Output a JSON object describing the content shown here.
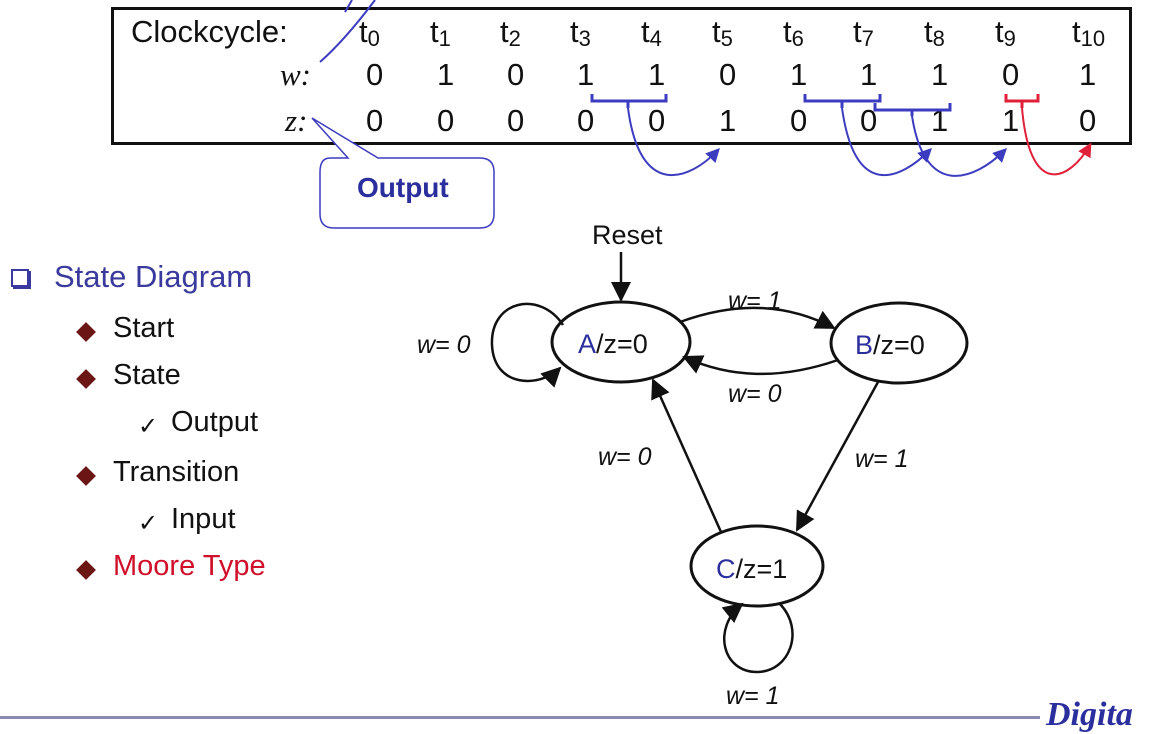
{
  "timing_table": {
    "header_label": "Clockcycle:",
    "w_label": "w:",
    "z_label": "z:",
    "cycles": [
      "t0",
      "t1",
      "t2",
      "t3",
      "t4",
      "t5",
      "t6",
      "t7",
      "t8",
      "t9",
      "t10"
    ],
    "cycle_base": "t",
    "cycle_subs": [
      "0",
      "1",
      "2",
      "3",
      "4",
      "5",
      "6",
      "7",
      "8",
      "9",
      "10"
    ],
    "w": [
      "0",
      "1",
      "0",
      "1",
      "1",
      "0",
      "1",
      "1",
      "1",
      "0",
      "1"
    ],
    "z": [
      "0",
      "0",
      "0",
      "0",
      "0",
      "1",
      "0",
      "0",
      "1",
      "1",
      "0"
    ]
  },
  "callout": {
    "label": "Output"
  },
  "outline": {
    "title": "State Diagram",
    "items": [
      {
        "text": "Start",
        "kind": "diamond"
      },
      {
        "text": "State",
        "kind": "diamond"
      },
      {
        "text": "Output",
        "kind": "check"
      },
      {
        "text": "Transition",
        "kind": "diamond"
      },
      {
        "text": "Input",
        "kind": "check"
      },
      {
        "text": "Moore Type",
        "kind": "diamond",
        "highlight": true
      }
    ]
  },
  "state_diagram": {
    "reset_label": "Reset",
    "states": [
      {
        "name": "A",
        "output": "/z=0"
      },
      {
        "name": "B",
        "output": "/z=0"
      },
      {
        "name": "C",
        "output": "/z=1"
      }
    ],
    "transitions": {
      "a_self": "w= 0",
      "a_to_b": "w= 1",
      "b_to_a": "w= 0",
      "b_to_c": "w= 1",
      "c_to_a": "w= 0",
      "c_self": "w= 1"
    }
  },
  "footer": {
    "logo_text": "Digita"
  },
  "colors": {
    "accent": "#2b2f9e",
    "highlight": "#d0102a",
    "bullet": "#6b1515",
    "arrow_blue": "#3c3cc0",
    "arrow_red": "#e0203a"
  }
}
